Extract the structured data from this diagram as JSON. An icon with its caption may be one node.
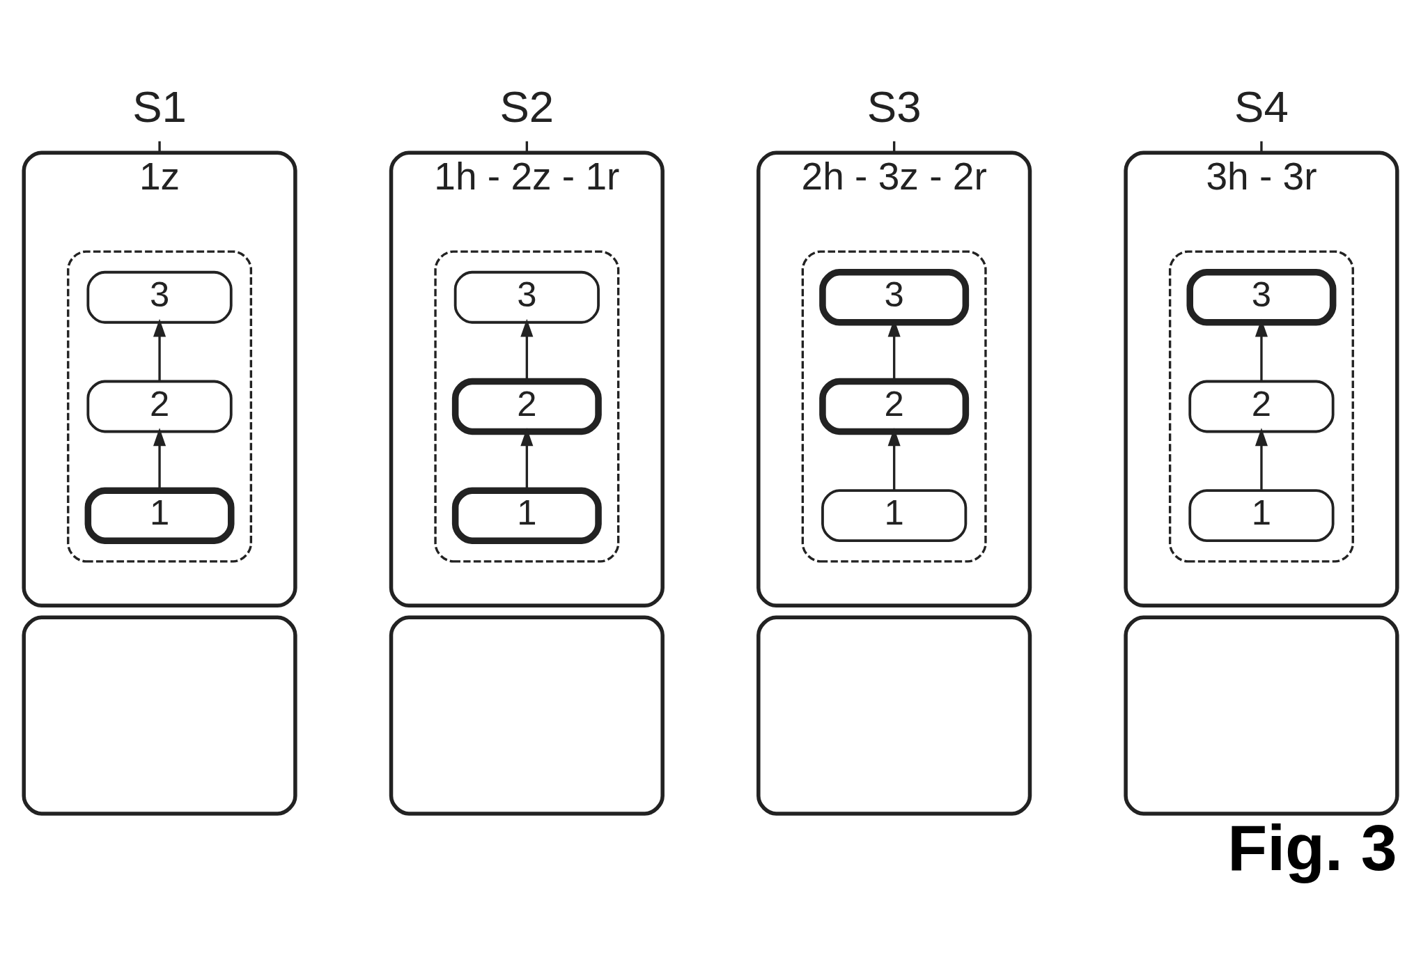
{
  "diagram": {
    "caption": "Fig. 3",
    "nodes": [
      {
        "text": [
          "S1"
        ]
      },
      {
        "text": [
          "S2"
        ]
      },
      {
        "text": [
          "S3"
        ]
      },
      {
        "text": [
          "S4"
        ]
      },
      {
        "text": [
          "1z"
        ]
      },
      {
        "text": [],
        "shape": "box",
        "in": 4
      },
      {
        "text": [
          "3"
        ],
        "in": 5
      },
      {
        "text": [
          "2"
        ],
        "in": 5
      },
      {
        "text": [
          "1"
        ],
        "in": 5
      },
      {
        "text": [],
        "shape": "box"
      },
      {
        "text": [
          "1h - 2z - 1r"
        ]
      },
      {
        "text": [],
        "shape": "box",
        "in": 10
      },
      {
        "text": [
          "3"
        ],
        "in": 11
      },
      {
        "text": [
          "2"
        ],
        "in": 11
      },
      {
        "text": [
          "1"
        ],
        "in": 11
      },
      {
        "text": [],
        "shape": "box"
      },
      {
        "text": [
          "2h - 3z - 2r"
        ]
      },
      {
        "text": [],
        "shape": "box",
        "in": 16
      },
      {
        "text": [
          "3"
        ],
        "in": 17
      },
      {
        "text": [
          "2"
        ],
        "in": 17
      },
      {
        "text": [
          "1"
        ],
        "in": 17
      },
      {
        "text": [],
        "shape": "box"
      },
      {
        "text": [
          "3h - 3r"
        ]
      },
      {
        "text": [],
        "shape": "box",
        "in": 22
      },
      {
        "text": [
          "3"
        ],
        "in": 23
      },
      {
        "text": [
          "2"
        ],
        "in": 23
      },
      {
        "text": [
          "1"
        ],
        "in": 23
      },
      {
        "text": [],
        "shape": "box"
      }
    ],
    "edges": [
      {
        "from": 0,
        "to": 4,
        "arrow": "none"
      },
      {
        "from": 8,
        "to": 7,
        "arrow": "to"
      },
      {
        "from": 7,
        "to": 6,
        "arrow": "to"
      },
      {
        "from": 1,
        "to": 10,
        "arrow": "none"
      },
      {
        "from": 14,
        "to": 13,
        "arrow": "to"
      },
      {
        "from": 13,
        "to": 12,
        "arrow": "to"
      },
      {
        "from": 2,
        "to": 16,
        "arrow": "none"
      },
      {
        "from": 20,
        "to": 19,
        "arrow": "to"
      },
      {
        "from": 19,
        "to": 18,
        "arrow": "to"
      },
      {
        "from": 3,
        "to": 22,
        "arrow": "none"
      },
      {
        "from": 26,
        "to": 25,
        "arrow": "to"
      },
      {
        "from": 25,
        "to": 24,
        "arrow": "to"
      }
    ]
  }
}
